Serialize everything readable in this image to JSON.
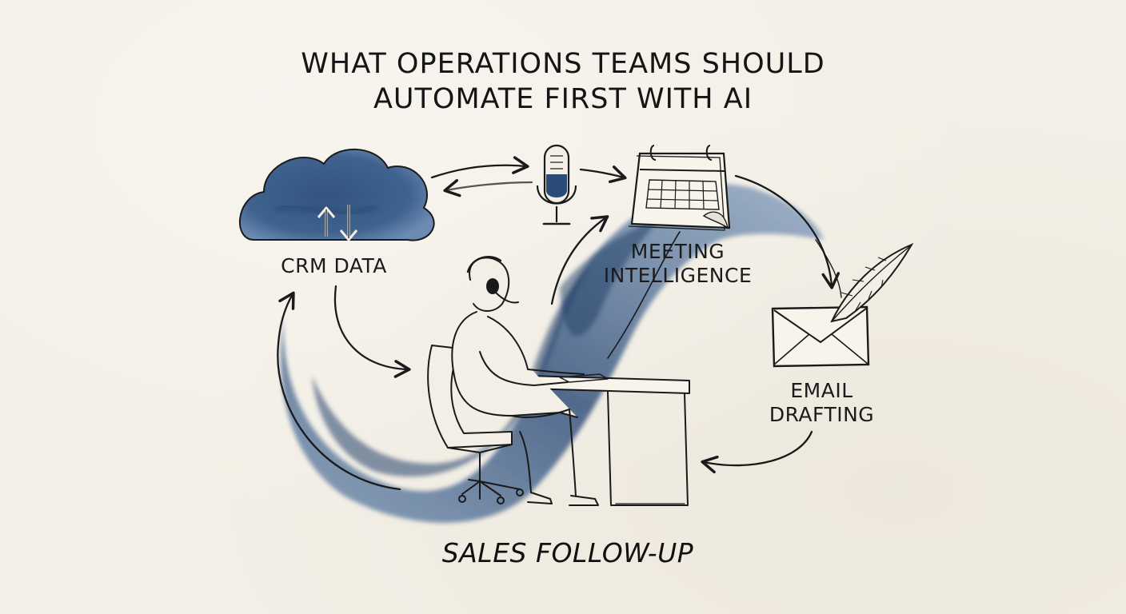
{
  "title": {
    "line1": "WHAT OPERATIONS TEAMS SHOULD",
    "line2": "AUTOMATE FIRST WITH AI"
  },
  "nodes": {
    "crm": {
      "label": "CRM DATA",
      "icon": "cloud-sync-icon"
    },
    "meeting": {
      "line1": "MEETING",
      "line2": "INTELLIGENCE",
      "icons": [
        "microphone-icon",
        "calendar-icon"
      ]
    },
    "email": {
      "line1": "EMAIL",
      "line2": "DRAFTING",
      "icons": [
        "envelope-icon",
        "quill-icon"
      ]
    },
    "sales": {
      "label": "SALES FOLLOW-UP",
      "icon": "person-at-desk-icon"
    }
  },
  "colors": {
    "paper": "#f3efe6",
    "ink": "#151515",
    "watercolor_blue": "#2f4f7a",
    "watercolor_light": "#7f9bbd"
  }
}
